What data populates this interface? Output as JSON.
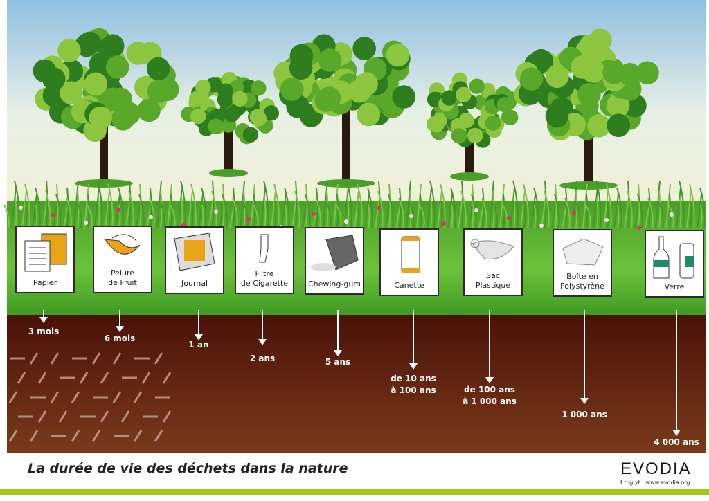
{
  "title": "La durée de vie des déchets dans la nature",
  "brand": {
    "logo": "EVODIA",
    "social": "f t ig yt",
    "website": "www.evodia.org"
  },
  "colors": {
    "sky_top": "#9fc8e6",
    "grass": "#5fb832",
    "soil": "#5a1a10",
    "accent_orange": "#e8a317",
    "footer_bar": "#a8c41c"
  },
  "items": [
    {
      "label": "Papier",
      "duration": "3 mois",
      "icon": "paper-icon"
    },
    {
      "label": "Pelure\nde Fruit",
      "duration": "6 mois",
      "icon": "banana-peel-icon"
    },
    {
      "label": "Journal",
      "duration": "1 an",
      "icon": "newspaper-icon"
    },
    {
      "label": "Filtre\nde Cigarette",
      "duration": "2 ans",
      "icon": "cigarette-butt-icon"
    },
    {
      "label": "Chewing-gum",
      "duration": "5 ans",
      "icon": "sneaker-gum-icon"
    },
    {
      "label": "Canette",
      "duration": "de 10 ans\nà 100 ans",
      "icon": "can-icon"
    },
    {
      "label": "Sac\nPlastique",
      "duration": "de 100 ans\nà 1 000 ans",
      "icon": "plastic-bag-icon"
    },
    {
      "label": "Boîte  en\nPolystyrène",
      "duration": "1 000 ans",
      "icon": "foam-box-icon"
    },
    {
      "label": "Verre",
      "duration": "4 000 ans",
      "icon": "glass-bottles-icon"
    }
  ]
}
